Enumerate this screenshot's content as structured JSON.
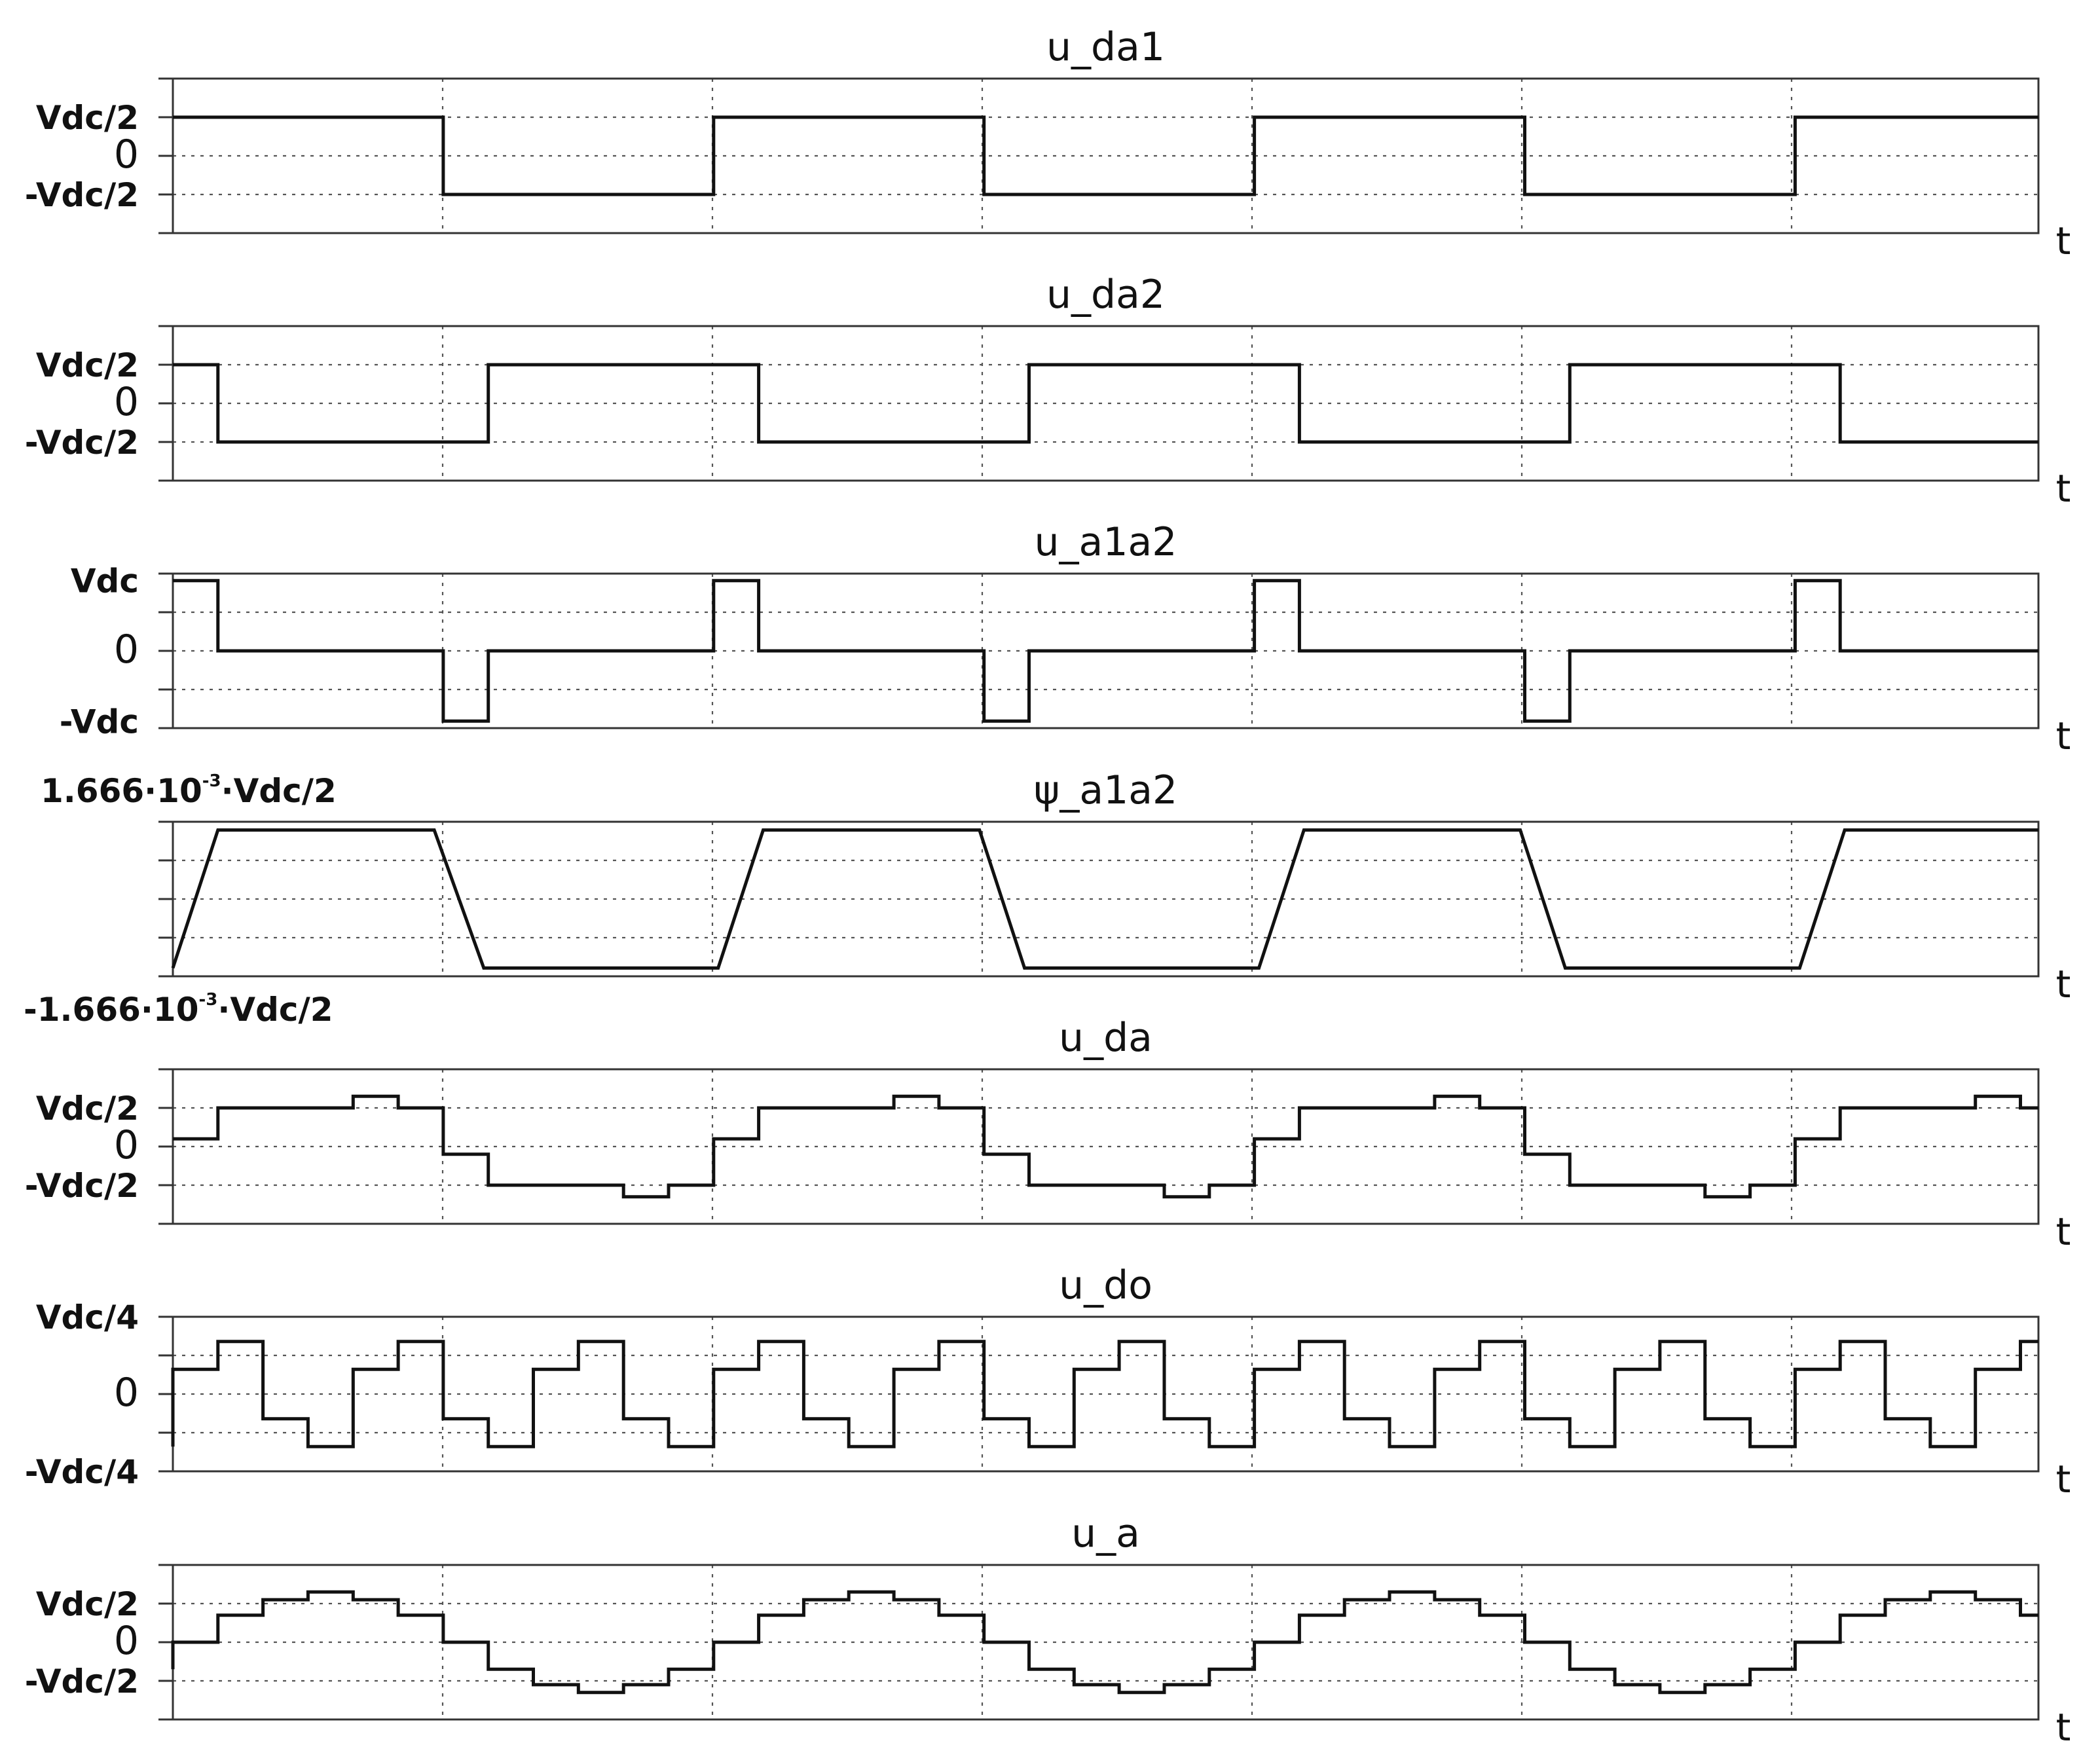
{
  "chart_data": [
    {
      "type": "line",
      "title": "u_da1",
      "xlabel": "t",
      "ylim": [
        -1,
        1
      ],
      "yticks": [
        {
          "value": 0.5,
          "label": "Vdc/2"
        },
        {
          "value": 0,
          "label": "0"
        },
        {
          "value": -0.5,
          "label": "-Vdc/2"
        }
      ],
      "grid": true,
      "series": [
        {
          "x": [
            0,
            3,
            3,
            6,
            6,
            9,
            9,
            12,
            12,
            15,
            15,
            18,
            18,
            20.7
          ],
          "y": [
            0.5,
            0.5,
            -0.5,
            -0.5,
            0.5,
            0.5,
            -0.5,
            -0.5,
            0.5,
            0.5,
            -0.5,
            -0.5,
            0.5,
            0.5
          ]
        }
      ]
    },
    {
      "type": "line",
      "title": "u_da2",
      "xlabel": "t",
      "ylim": [
        -1,
        1
      ],
      "yticks": [
        {
          "value": 0.5,
          "label": "Vdc/2"
        },
        {
          "value": 0,
          "label": "0"
        },
        {
          "value": -0.5,
          "label": "-Vdc/2"
        }
      ],
      "grid": true,
      "series": [
        {
          "x": [
            0,
            0.5,
            0.5,
            3.5,
            3.5,
            6.5,
            6.5,
            9.5,
            9.5,
            12.5,
            12.5,
            15.5,
            15.5,
            18.5,
            18.5,
            20.7
          ],
          "y": [
            0.5,
            0.5,
            -0.5,
            -0.5,
            0.5,
            0.5,
            -0.5,
            -0.5,
            0.5,
            0.5,
            -0.5,
            -0.5,
            0.5,
            0.5,
            -0.5,
            -0.5
          ]
        }
      ]
    },
    {
      "type": "line",
      "title": "u_a1a2",
      "xlabel": "t",
      "ylim": [
        -1.1,
        1.1
      ],
      "yticks": [
        {
          "value": 1,
          "label": "Vdc"
        },
        {
          "value": 0,
          "label": "0"
        },
        {
          "value": -1,
          "label": "-Vdc"
        }
      ],
      "grid": true,
      "series": [
        {
          "x": [
            0,
            0.5,
            0.5,
            3,
            3,
            3.5,
            3.5,
            6,
            6,
            6.5,
            6.5,
            9,
            9,
            9.5,
            9.5,
            12,
            12,
            12.5,
            12.5,
            15,
            15,
            15.5,
            15.5,
            18,
            18,
            18.5,
            18.5,
            20.7
          ],
          "y": [
            1,
            1,
            0,
            0,
            -1,
            -1,
            0,
            0,
            1,
            1,
            0,
            0,
            -1,
            -1,
            0,
            0,
            1,
            1,
            0,
            0,
            -1,
            -1,
            0,
            0,
            1,
            1,
            0,
            0
          ]
        }
      ]
    },
    {
      "type": "line",
      "title": "ψ_a1a2",
      "xlabel": "t",
      "ylim": [
        -1.12,
        1.12
      ],
      "ymax_label": {
        "base": "1.666·10",
        "exp": "-3",
        "rest": "·Vdc/2"
      },
      "ymin_label": {
        "base": "-1.666·10",
        "exp": "-3",
        "rest": "·Vdc/2"
      },
      "grid": true,
      "series": [
        {
          "x": [
            0,
            0.5,
            2.9,
            3.45,
            6.05,
            6.55,
            8.95,
            9.45,
            12.05,
            12.55,
            14.95,
            15.45,
            18.05,
            18.55,
            20.7
          ],
          "y": [
            -1,
            1,
            1,
            -1,
            -1,
            1,
            1,
            -1,
            -1,
            1,
            1,
            -1,
            -1,
            1,
            1
          ]
        }
      ]
    },
    {
      "type": "line",
      "title": "u_da",
      "xlabel": "t",
      "ylim": [
        -1,
        1
      ],
      "yticks": [
        {
          "value": 0.5,
          "label": "Vdc/2"
        },
        {
          "value": 0,
          "label": "0"
        },
        {
          "value": -0.5,
          "label": "-Vdc/2"
        }
      ],
      "grid": true,
      "series": [
        {
          "x": [
            0,
            0.5,
            0.5,
            2,
            2,
            2.5,
            2.5,
            3,
            3,
            3.5,
            3.5,
            5,
            5,
            5.5,
            5.5,
            6,
            6,
            6.5,
            6.5,
            8,
            8,
            8.5,
            8.5,
            9,
            9,
            9.5,
            9.5,
            11,
            11,
            11.5,
            11.5,
            12,
            12,
            12.5,
            12.5,
            14,
            14,
            14.5,
            14.5,
            15,
            15,
            15.5,
            15.5,
            17,
            17,
            17.5,
            17.5,
            18,
            18,
            18.5,
            18.5,
            20,
            20,
            20.5,
            20.5,
            20.7
          ],
          "y": [
            0.1,
            0.1,
            0.5,
            0.5,
            0.65,
            0.65,
            0.5,
            0.5,
            -0.1,
            -0.1,
            -0.5,
            -0.5,
            -0.65,
            -0.65,
            -0.5,
            -0.5,
            0.1,
            0.1,
            0.5,
            0.5,
            0.65,
            0.65,
            0.5,
            0.5,
            -0.1,
            -0.1,
            -0.5,
            -0.5,
            -0.65,
            -0.65,
            -0.5,
            -0.5,
            0.1,
            0.1,
            0.5,
            0.5,
            0.65,
            0.65,
            0.5,
            0.5,
            -0.1,
            -0.1,
            -0.5,
            -0.5,
            -0.65,
            -0.65,
            -0.5,
            -0.5,
            0.1,
            0.1,
            0.5,
            0.5,
            0.65,
            0.65,
            0.5,
            0.5
          ]
        }
      ]
    },
    {
      "type": "line",
      "title": "u_do",
      "xlabel": "t",
      "ylim": [
        -1,
        1
      ],
      "yticks": [
        {
          "value": 1,
          "label": "Vdc/4"
        },
        {
          "value": 0,
          "label": "0"
        },
        {
          "value": -1,
          "label": "-Vdc/4"
        }
      ],
      "grid": true,
      "series": [
        {
          "x": [
            0,
            0,
            0.5,
            0.5,
            1,
            1,
            1.5,
            1.5,
            2,
            2,
            2.5,
            2.5,
            3,
            3,
            3.5,
            3.5,
            4,
            4,
            4.5,
            4.5,
            5,
            5,
            5.5,
            5.5,
            6,
            6,
            6.5,
            6.5,
            7,
            7,
            7.5,
            7.5,
            8,
            8,
            8.5,
            8.5,
            9,
            9,
            9.5,
            9.5,
            10,
            10,
            10.5,
            10.5,
            11,
            11,
            11.5,
            11.5,
            12,
            12,
            12.5,
            12.5,
            13,
            13,
            13.5,
            13.5,
            14,
            14,
            14.5,
            14.5,
            15,
            15,
            15.5,
            15.5,
            16,
            16,
            16.5,
            16.5,
            17,
            17,
            17.5,
            17.5,
            18,
            18,
            18.5,
            18.5,
            19,
            19,
            19.5,
            19.5,
            20,
            20,
            20.5,
            20.5,
            20.7
          ],
          "y": [
            -0.68,
            0.32,
            0.32,
            0.68,
            0.68,
            -0.32,
            -0.32,
            -0.68,
            -0.68,
            0.32,
            0.32,
            0.68,
            0.68,
            -0.32,
            -0.32,
            -0.68,
            -0.68,
            0.32,
            0.32,
            0.68,
            0.68,
            -0.32,
            -0.32,
            -0.68,
            -0.68,
            0.32,
            0.32,
            0.68,
            0.68,
            -0.32,
            -0.32,
            -0.68,
            -0.68,
            0.32,
            0.32,
            0.68,
            0.68,
            -0.32,
            -0.32,
            -0.68,
            -0.68,
            0.32,
            0.32,
            0.68,
            0.68,
            -0.32,
            -0.32,
            -0.68,
            -0.68,
            0.32,
            0.32,
            0.68,
            0.68,
            -0.32,
            -0.32,
            -0.68,
            -0.68,
            0.32,
            0.32,
            0.68,
            0.68,
            -0.32,
            -0.32,
            -0.68,
            -0.68,
            0.32,
            0.32,
            0.68,
            0.68,
            -0.32,
            -0.32,
            -0.68,
            -0.68,
            0.32,
            0.32,
            0.68,
            0.68,
            -0.32,
            -0.32,
            -0.68,
            -0.68,
            0.32,
            0.32,
            0.68,
            0.68
          ]
        }
      ]
    },
    {
      "type": "line",
      "title": "u_a",
      "xlabel": "t",
      "ylim": [
        -1,
        1
      ],
      "yticks": [
        {
          "value": 0.5,
          "label": "Vdc/2"
        },
        {
          "value": 0,
          "label": "0"
        },
        {
          "value": -0.5,
          "label": "-Vdc/2"
        }
      ],
      "grid": true,
      "series": [
        {
          "x": [
            0,
            0,
            0.5,
            0.5,
            1,
            1,
            1.5,
            1.5,
            2,
            2,
            2.5,
            2.5,
            3,
            3,
            3.5,
            3.5,
            4,
            4,
            4.5,
            4.5,
            5,
            5,
            5.5,
            5.5,
            6,
            6,
            6.5,
            6.5,
            7,
            7,
            7.5,
            7.5,
            8,
            8,
            8.5,
            8.5,
            9,
            9,
            9.5,
            9.5,
            10,
            10,
            10.5,
            10.5,
            11,
            11,
            11.5,
            11.5,
            12,
            12,
            12.5,
            12.5,
            13,
            13,
            13.5,
            13.5,
            14,
            14,
            14.5,
            14.5,
            15,
            15,
            15.5,
            15.5,
            16,
            16,
            16.5,
            16.5,
            17,
            17,
            17.5,
            17.5,
            18,
            18,
            18.5,
            18.5,
            19,
            19,
            19.5,
            19.5,
            20,
            20,
            20.5,
            20.5,
            20.7
          ],
          "y": [
            -0.35,
            0,
            0,
            0.35,
            0.35,
            0.55,
            0.55,
            0.65,
            0.65,
            0.55,
            0.55,
            0.35,
            0.35,
            0,
            0,
            -0.35,
            -0.35,
            -0.55,
            -0.55,
            -0.65,
            -0.65,
            -0.55,
            -0.55,
            -0.35,
            -0.35,
            0,
            0,
            0.35,
            0.35,
            0.55,
            0.55,
            0.65,
            0.65,
            0.55,
            0.55,
            0.35,
            0.35,
            0,
            0,
            -0.35,
            -0.35,
            -0.55,
            -0.55,
            -0.65,
            -0.65,
            -0.55,
            -0.55,
            -0.35,
            -0.35,
            0,
            0,
            0.35,
            0.35,
            0.55,
            0.55,
            0.65,
            0.65,
            0.55,
            0.55,
            0.35,
            0.35,
            0,
            0,
            -0.35,
            -0.35,
            -0.55,
            -0.55,
            -0.65,
            -0.65,
            -0.55,
            -0.55,
            -0.35,
            -0.35,
            0,
            0,
            0.35,
            0.35,
            0.55,
            0.55,
            0.65,
            0.65,
            0.55,
            0.55,
            0.35,
            0.35
          ]
        }
      ]
    }
  ]
}
